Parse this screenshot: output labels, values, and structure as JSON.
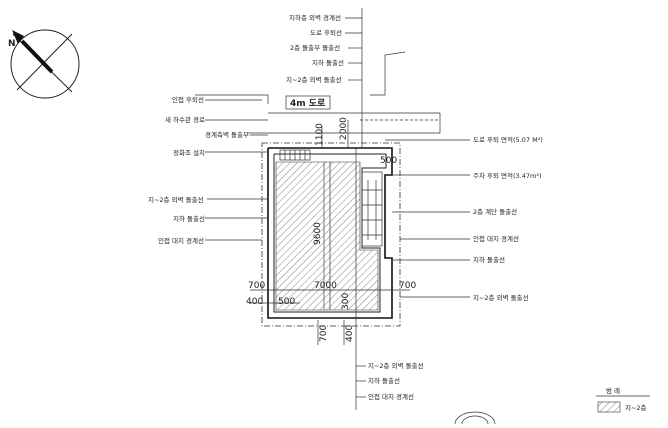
{
  "road": {
    "label": "4m 도로"
  },
  "north": {
    "mark": "N"
  },
  "labels_top": [
    "지하층 외벽 경계선",
    "도로 후퇴선",
    "2층 돌출부 돌출선",
    "지하 돌출선",
    "지~2층 외벽 돌출선"
  ],
  "labels_left": [
    "인접 후퇴선",
    "새 하수관 경로",
    "경계측벽 돌출부",
    "정화조 설치",
    "지~2층 외벽 돌출선",
    "지하 돌출선",
    "인접 대지 경계선"
  ],
  "labels_right": [
    "도로 후퇴 면적(5.07 M²)",
    "주차 후퇴 면적(3.47m²)",
    "2층 계단 돌출선",
    "인접 대지 경계선",
    "지하 돌출선",
    "지~2층 외벽 돌출선"
  ],
  "labels_bottom": [
    "지~2층 외벽 돌출선",
    "지하 돌출선",
    "인접 대지 경계선"
  ],
  "dims": {
    "top_1": "1100",
    "top_2": "2000",
    "right_setback": "500",
    "height": "9600",
    "left_700": "700",
    "width": "7000",
    "right_700": "700",
    "left_400": "400",
    "left_500": "500",
    "bottom_300": "300",
    "bottom_700": "700",
    "bottom_400": "400"
  },
  "legend": {
    "title": "범 례",
    "item": "지~2층"
  }
}
